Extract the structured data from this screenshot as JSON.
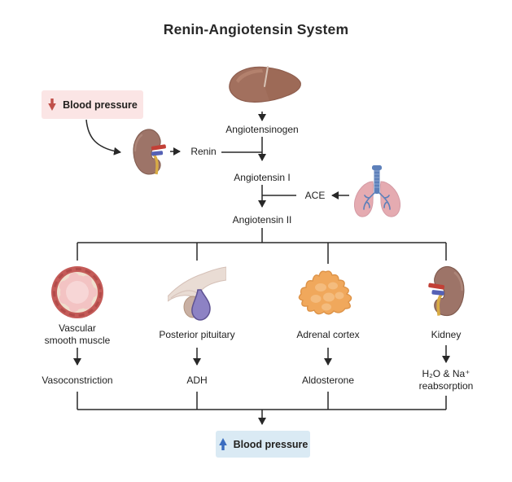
{
  "title": "Renin-Angiotensin System",
  "flow": {
    "trigger_label": "Blood pressure",
    "angiotensinogen": "Angiotensinogen",
    "renin": "Renin",
    "angiotensin_i": "Angiotensin I",
    "ace": "ACE",
    "angiotensin_ii": "Angiotensin II",
    "result_label": "Blood pressure"
  },
  "branches": [
    {
      "target": "Vascular\nsmooth muscle",
      "effect": "Vasoconstriction",
      "icon": "blood-vessel-icon"
    },
    {
      "target": "Posterior pituitary",
      "effect": "ADH",
      "icon": "pituitary-icon"
    },
    {
      "target": "Adrenal cortex",
      "effect": "Aldosterone",
      "icon": "adrenal-gland-icon"
    },
    {
      "target": "Kidney",
      "effect": "H₂O & Na⁺\nreabsorption",
      "icon": "kidney-icon"
    }
  ],
  "icons": {
    "source_organ": "liver-icon",
    "renin_source": "kidney-icon",
    "ace_source": "lungs-icon",
    "trigger_arrow": "down-arrow-icon",
    "result_arrow": "up-arrow-icon"
  },
  "colors": {
    "low_bp_bg": "#fbe5e5",
    "low_bp_arrow": "#c0504a",
    "high_bp_bg": "#daeaf4",
    "high_bp_arrow": "#3a6cc0",
    "line": "#282828"
  }
}
